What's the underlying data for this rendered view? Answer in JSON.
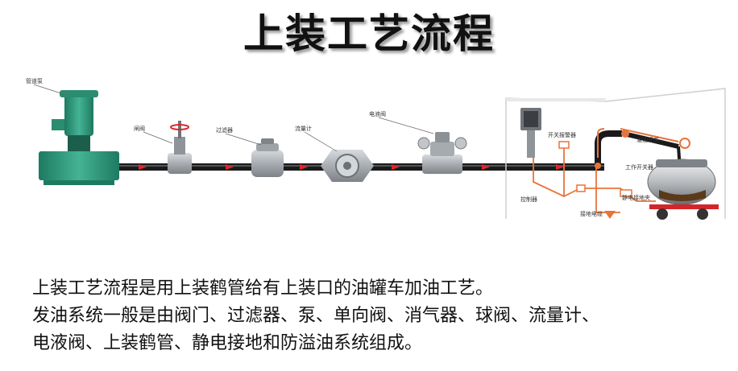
{
  "title": "上装工艺流程",
  "diagram": {
    "labels": {
      "pump": "管道泵",
      "valve": "闸阀",
      "filter": "过滤器",
      "flowmeter": "流量计",
      "solenoid": "电液阀",
      "switch": "开关报警器",
      "controller": "控制器",
      "overflow": "溢油开关",
      "static": "静电接地夹",
      "grounding": "接地电缆",
      "working_switch": "工作开关器"
    },
    "colors": {
      "equipment": "#2f9a7e",
      "pipe": "#1a1a1a",
      "flow_arrow": "#e0262b",
      "signal_line": "#e8743a",
      "gray": "#a9adb2"
    }
  },
  "description": {
    "line1": "上装工艺流程是用上装鹤管给有上装口的油罐车加油工艺。",
    "line2": "发油系统一般是由阀门、过滤器、泵、单向阀、消气器、球阀、流量计、",
    "line3": "电液阀、上装鹤管、静电接地和防溢油系统组成。"
  }
}
